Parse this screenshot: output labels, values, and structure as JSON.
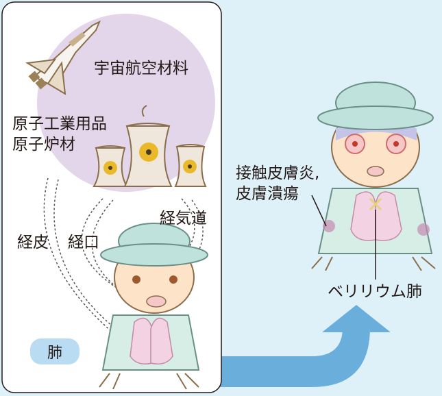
{
  "labels": {
    "aerospace": "宇宙航空材料",
    "nuclear_line1": "原子工業用品",
    "nuclear_line2": "原子炉材",
    "dermal": "経皮",
    "oral": "経口",
    "inhalation": "経気道",
    "lung": "肺",
    "contact_dermatitis_line1": "接触皮膚炎,",
    "contact_dermatitis_line2": "皮膚潰瘍",
    "beryllium_lung": "ベリリウム肺"
  },
  "colors": {
    "background": "#dff1f8",
    "panel": "#ffffff",
    "lavender_circle": "#e3d6ea",
    "arrow": "#6aaedc",
    "hat": "#bfe3dc",
    "shirt": "#d6eee6",
    "skin": "#fde3c8",
    "lung": "#f3d3e3"
  },
  "icons": [
    "space-shuttle-icon",
    "cooling-tower-icon",
    "radiation-icon",
    "worker-figure",
    "sick-worker-figure",
    "lung-icon"
  ]
}
